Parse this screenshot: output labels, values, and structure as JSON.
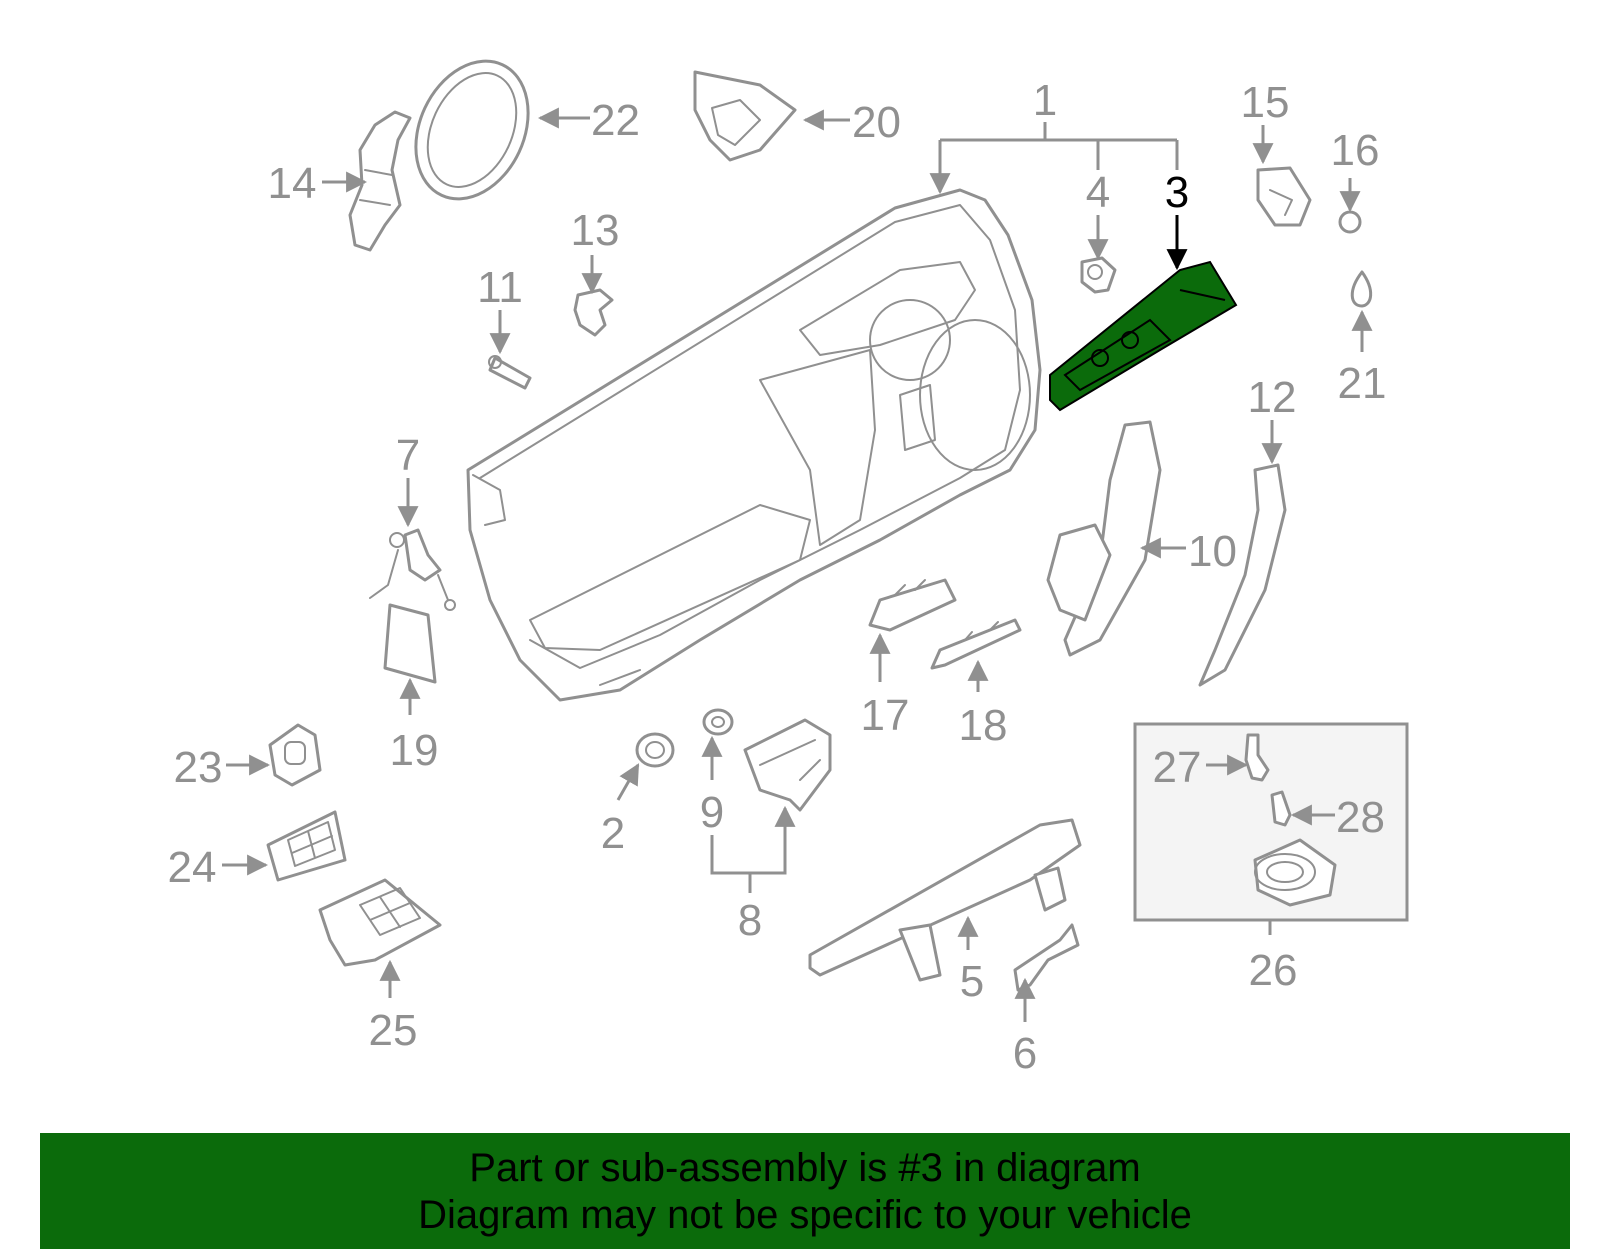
{
  "colors": {
    "highlight_part": "#0b6b0b",
    "banner_background": "#0b6b0b",
    "line_gray": "#909090",
    "highlight_label": "#000000",
    "inset_background": "#f4f4f4"
  },
  "highlighted_part": "3",
  "callouts": {
    "c1": "1",
    "c2": "2",
    "c3": "3",
    "c4": "4",
    "c5": "5",
    "c6": "6",
    "c7": "7",
    "c8": "8",
    "c9": "9",
    "c10": "10",
    "c11": "11",
    "c12": "12",
    "c13": "13",
    "c14": "14",
    "c15": "15",
    "c16": "16",
    "c17": "17",
    "c18": "18",
    "c19": "19",
    "c20": "20",
    "c21": "21",
    "c22": "22",
    "c23": "23",
    "c24": "24",
    "c25": "25",
    "c26": "26",
    "c27": "27",
    "c28": "28"
  },
  "banner": {
    "line1": "Part or sub-assembly is #3 in diagram",
    "line2": "Diagram may not be specific to your vehicle"
  }
}
